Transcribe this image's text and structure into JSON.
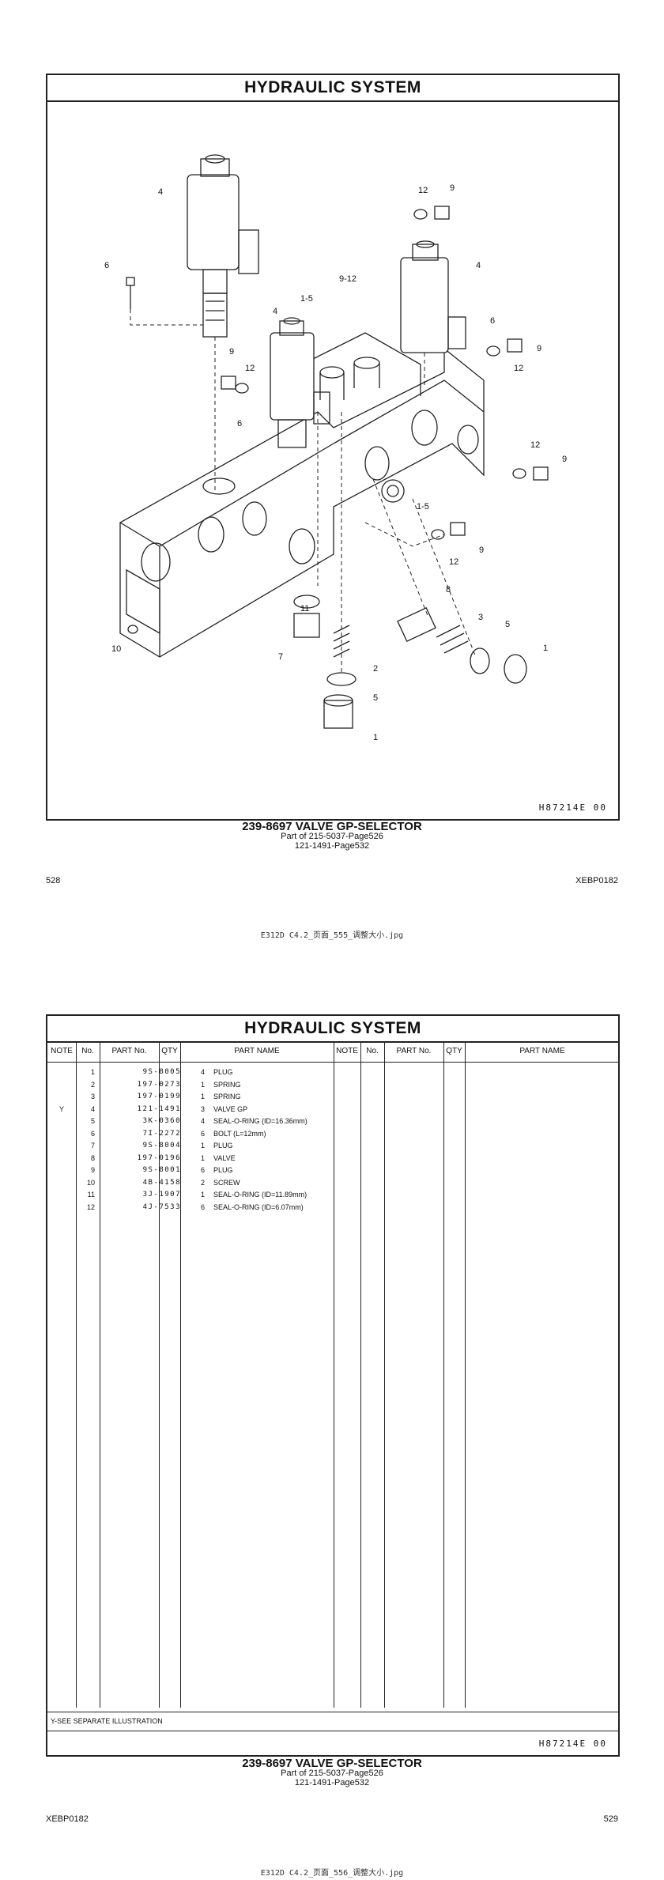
{
  "page1": {
    "header": "HYDRAULIC   SYSTEM",
    "drawing_code": "H87214E   00",
    "caption_main": "239-8697  VALVE GP-SELECTOR",
    "caption_sub1": "Part of 215-5037-Page526",
    "caption_sub2": "121-1491-Page532",
    "page_left": "528",
    "page_right": "XEBP0182",
    "filename": "E312D  C4.2_页面_555_调整大小.jpg",
    "callouts": {
      "c1a": "1",
      "c1b": "1",
      "c2": "2",
      "c3": "3",
      "c4a": "4",
      "c4b": "4",
      "c4c": "4",
      "c5a": "5",
      "c5b": "5",
      "c6a": "6",
      "c6b": "6",
      "c6c": "6",
      "c7": "7",
      "c8": "8",
      "c9a": "9",
      "c9b": "9",
      "c9c": "9",
      "c9d": "9",
      "c9e": "9",
      "c10": "10",
      "c11": "11",
      "c12a": "12",
      "c12b": "12",
      "c12c": "12",
      "c12d": "12",
      "c12e": "12",
      "c15a": "1-5",
      "c15b": "1-5",
      "c912": "9-12"
    }
  },
  "page2": {
    "header": "HYDRAULIC   SYSTEM",
    "columns": {
      "note": "NOTE",
      "no": "No.",
      "part": "PART No.",
      "qty": "QTY",
      "name": "PART NAME"
    },
    "rows": [
      {
        "note": "",
        "no": "1",
        "part": "9S-8005",
        "qty": "4",
        "name": "PLUG"
      },
      {
        "note": "",
        "no": "2",
        "part": "197-0273",
        "qty": "1",
        "name": "SPRING"
      },
      {
        "note": "",
        "no": "3",
        "part": "197-0199",
        "qty": "1",
        "name": "SPRING"
      },
      {
        "note": "Y",
        "no": "4",
        "part": "121-1491",
        "qty": "3",
        "name": "VALVE GP"
      },
      {
        "note": "",
        "no": "5",
        "part": "3K-0360",
        "qty": "4",
        "name": "SEAL-O-RING (ID=16.36mm)"
      },
      {
        "note": "",
        "no": "6",
        "part": "7I-2272",
        "qty": "6",
        "name": "BOLT (L=12mm)"
      },
      {
        "note": "",
        "no": "7",
        "part": "9S-8004",
        "qty": "1",
        "name": "PLUG"
      },
      {
        "note": "",
        "no": "8",
        "part": "197-0196",
        "qty": "1",
        "name": "VALVE"
      },
      {
        "note": "",
        "no": "9",
        "part": "9S-8001",
        "qty": "6",
        "name": "PLUG"
      },
      {
        "note": "",
        "no": "10",
        "part": "4B-4158",
        "qty": "2",
        "name": "SCREW"
      },
      {
        "note": "",
        "no": "11",
        "part": "3J-1907",
        "qty": "1",
        "name": "SEAL-O-RING (ID=11.89mm)"
      },
      {
        "note": "",
        "no": "12",
        "part": "4J-7533",
        "qty": "6",
        "name": "SEAL-O-RING (ID=6.07mm)"
      }
    ],
    "footnote": "Y-SEE SEPARATE ILLUSTRATION",
    "drawing_code": "H87214E   00",
    "caption_main": "239-8697  VALVE GP-SELECTOR",
    "caption_sub1": "Part of 215-5037-Page526",
    "caption_sub2": "121-1491-Page532",
    "page_left": "XEBP0182",
    "page_right": "529",
    "filename": "E312D  C4.2_页面_556_调整大小.jpg"
  }
}
